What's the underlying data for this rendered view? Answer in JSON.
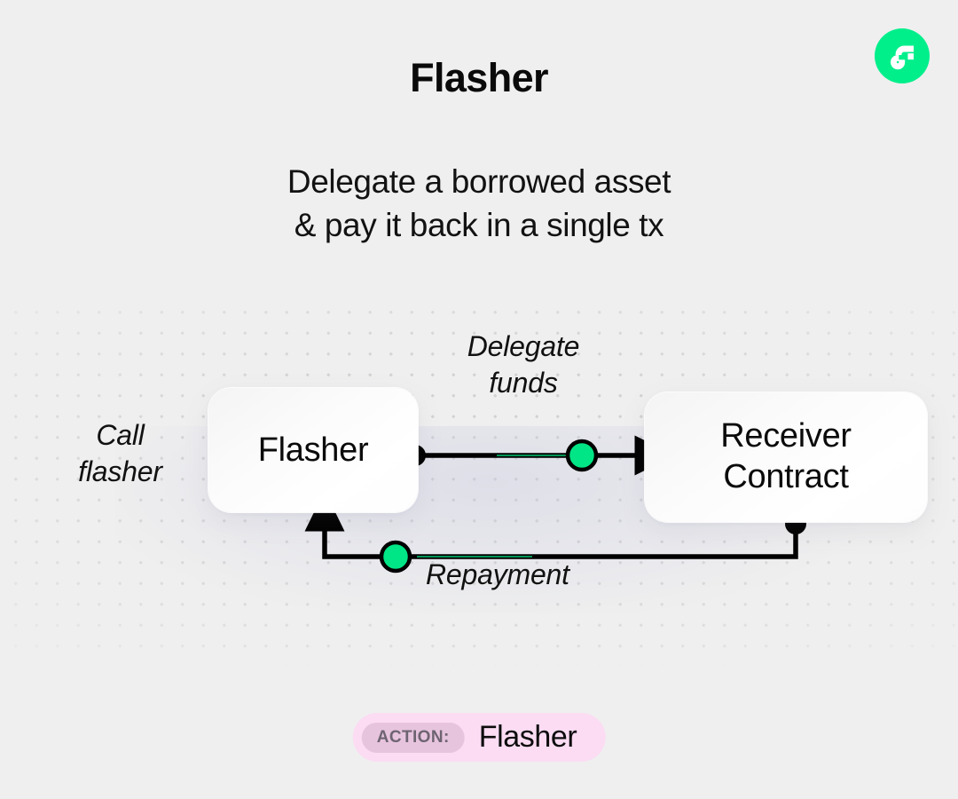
{
  "page": {
    "title": "Flasher",
    "subtitle_lines": [
      "Delegate a borrowed asset",
      "& pay it back in a single tx"
    ],
    "background_color": "#efefef"
  },
  "brand": {
    "logo_name": "flow-logo-icon",
    "logo_color": "#00ef8b"
  },
  "diagram": {
    "type": "flow-diagram",
    "nodes": [
      {
        "id": "flasher",
        "label": "Flasher"
      },
      {
        "id": "receiver",
        "label_lines": [
          "Receiver",
          "Contract"
        ]
      }
    ],
    "annotations": {
      "call": {
        "lines": [
          "Call",
          "flasher"
        ]
      },
      "delegate": {
        "lines": [
          "Delegate",
          "funds"
        ]
      },
      "repayment": {
        "lines": [
          "Repayment"
        ]
      }
    },
    "edges": [
      {
        "id": "delegate-edge",
        "from": "flasher",
        "to": "receiver",
        "label": "Delegate funds",
        "marker": "arrow",
        "accent": "#00e585"
      },
      {
        "id": "repayment-edge",
        "from": "receiver",
        "to": "flasher",
        "label": "Repayment",
        "marker": "arrow",
        "accent": "#00e585"
      }
    ],
    "colors": {
      "edge_stroke": "#000000",
      "node_dot": "#000000",
      "accent_dot": "#00e585",
      "grid_dot": "#d3d3d3"
    }
  },
  "footer": {
    "badge_label": "ACTION:",
    "badge_value": "Flasher",
    "badge_bg": "#fbdcf3",
    "chip_bg": "#e7c4de"
  }
}
